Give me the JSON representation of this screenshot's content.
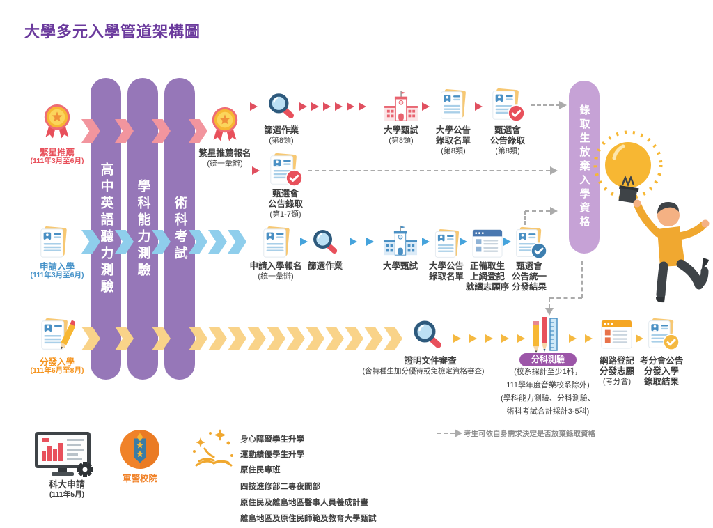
{
  "title": "大學多元入學管道架構圖",
  "colors": {
    "title": "#6B3A9D",
    "exam_bar": "#9677B8",
    "right_bar": "#C6A2D6",
    "star_track": "#E8505B",
    "apply_track": "#4793C9",
    "distribute_track": "#F5941F",
    "subject_pill": "#9C56A8",
    "dashed_line": "#ABABAB",
    "military_label": "#F08229"
  },
  "exam_bars": [
    {
      "label": "高中英語聽力測驗"
    },
    {
      "label": "學科能力測驗"
    },
    {
      "label": "術科考試"
    }
  ],
  "right_bar_label": "錄取生放棄入學資格",
  "tracks": {
    "star": {
      "label": "繁星推薦",
      "period": "(111年3月至6月)"
    },
    "apply": {
      "label": "申請入學",
      "period": "(111年3月至6月)"
    },
    "distribute": {
      "label": "分發入學",
      "period": "(111年6月至8月)"
    }
  },
  "star_flow": {
    "signup": {
      "l1": "繁星推薦報名",
      "l2": "(統一彙辦)"
    },
    "screening": {
      "l1": "篩選作業",
      "l2": "(第8類)"
    },
    "exam": {
      "l1": "大學甄試",
      "l2": "(第8類)"
    },
    "announce": {
      "l1": "大學公告",
      "l2": "錄取名單",
      "l3": "(第8類)"
    },
    "admit": {
      "l1": "甄選會",
      "l2": "公告錄取",
      "l3": "(第8類)"
    },
    "admit17": {
      "l1": "甄選會",
      "l2": "公告錄取",
      "l3": "(第1-7類)"
    }
  },
  "apply_flow": {
    "signup": {
      "l1": "申請入學報名",
      "l2": "(統一彙辦)"
    },
    "screening": {
      "l1": "篩選作業"
    },
    "exam": {
      "l1": "大學甄試"
    },
    "announce": {
      "l1": "大學公告",
      "l2": "錄取名單"
    },
    "register": {
      "l1": "正備取生",
      "l2": "上網登記",
      "l3": "就讀志願序"
    },
    "result": {
      "l1": "甄選會",
      "l2": "公告統一",
      "l3": "分發結果"
    }
  },
  "dist_flow": {
    "review": {
      "l1": "證明文件審查",
      "l2": "(含特種生加分優待或免檢定資格審查)"
    },
    "subject": {
      "pill": "分科測驗",
      "n1": "(校系採計至少1科，",
      "n2": "111學年度音樂校系除外)",
      "n3": "(學科能力測驗、分科測驗、",
      "n4": "術科考試合計採計3-5科)"
    },
    "register": {
      "l1": "網路登記",
      "l2": "分發志願",
      "l3": "(考分會)"
    },
    "result": {
      "l1": "考分會公告",
      "l2": "分發入學",
      "l3": "錄取結果"
    }
  },
  "legend": "考生可依自身需求決定是否放棄錄取資格",
  "others": {
    "tech": {
      "label": "科大申請",
      "period": "(111年5月)"
    },
    "military": {
      "label": "軍警校院"
    },
    "list": [
      "身心障礙學生升學",
      "運動績優學生升學",
      "原住民專班",
      "四技進修部二專夜間部",
      "原住民及離島地區醫事人員養成計畫",
      "離島地區及原住民師範及教育大學甄試"
    ]
  },
  "icons": {
    "medal-icon": "gold medal with star and red ribbons",
    "magnifier-icon": "blue magnifying glass with red handle",
    "document-icon": "id-card style document",
    "check-badge-icon": "circle with check mark",
    "school-icon": "university building with flag",
    "browser-icon": "browser window with list",
    "stationery-icon": "pencils and ruler",
    "bulb-person-icon": "person holding light bulb",
    "monitor-icon": "computer with chart and gear",
    "military-badge-icon": "orange circle with rank insignia",
    "sparkle-book-icon": "gold book with sparkles"
  }
}
